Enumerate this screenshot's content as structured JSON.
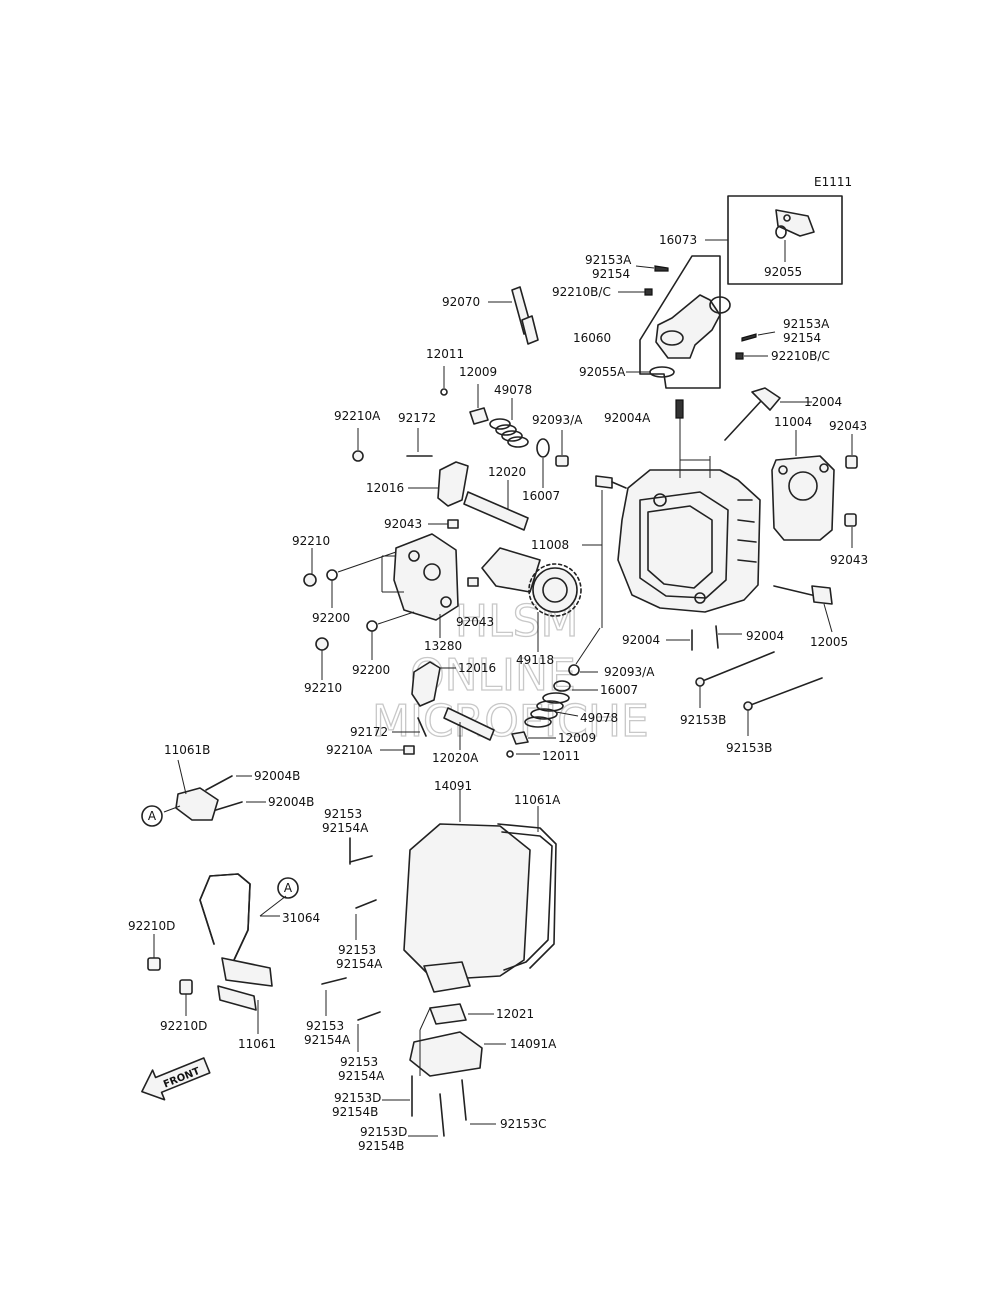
{
  "diagram_code": "E1111",
  "watermark": [
    "HLSM",
    "ONLINE",
    "MICROFICHE"
  ],
  "front_arrow": "FRONT",
  "ref_marks": [
    "A",
    "A"
  ],
  "labels": [
    "16073",
    "92055",
    "92153A",
    "92154",
    "92210B/C",
    "92070",
    "16060",
    "92153A",
    "92154",
    "92210B/C",
    "92055A",
    "12011",
    "12009",
    "49078",
    "92210A",
    "92172",
    "92093/A",
    "92004A",
    "12004",
    "11004",
    "92043",
    "12020",
    "16007",
    "12016",
    "92043",
    "11008",
    "92043",
    "92210",
    "92200",
    "13280",
    "92043",
    "92200",
    "92004",
    "92004",
    "12005",
    "49118",
    "12016",
    "92093/A",
    "16007",
    "92210",
    "92172",
    "49078",
    "92153B",
    "12009",
    "92210A",
    "12020A",
    "12011",
    "92153B",
    "11061B",
    "92004B",
    "92004B",
    "14091",
    "11061A",
    "92153",
    "92154A",
    "31064",
    "92210D",
    "92153",
    "92154A",
    "92210D",
    "11061",
    "12021",
    "92153",
    "92154A",
    "14091A",
    "92153",
    "92154A",
    "92153D",
    "92154B",
    "92153D",
    "92154B",
    "92153C"
  ]
}
